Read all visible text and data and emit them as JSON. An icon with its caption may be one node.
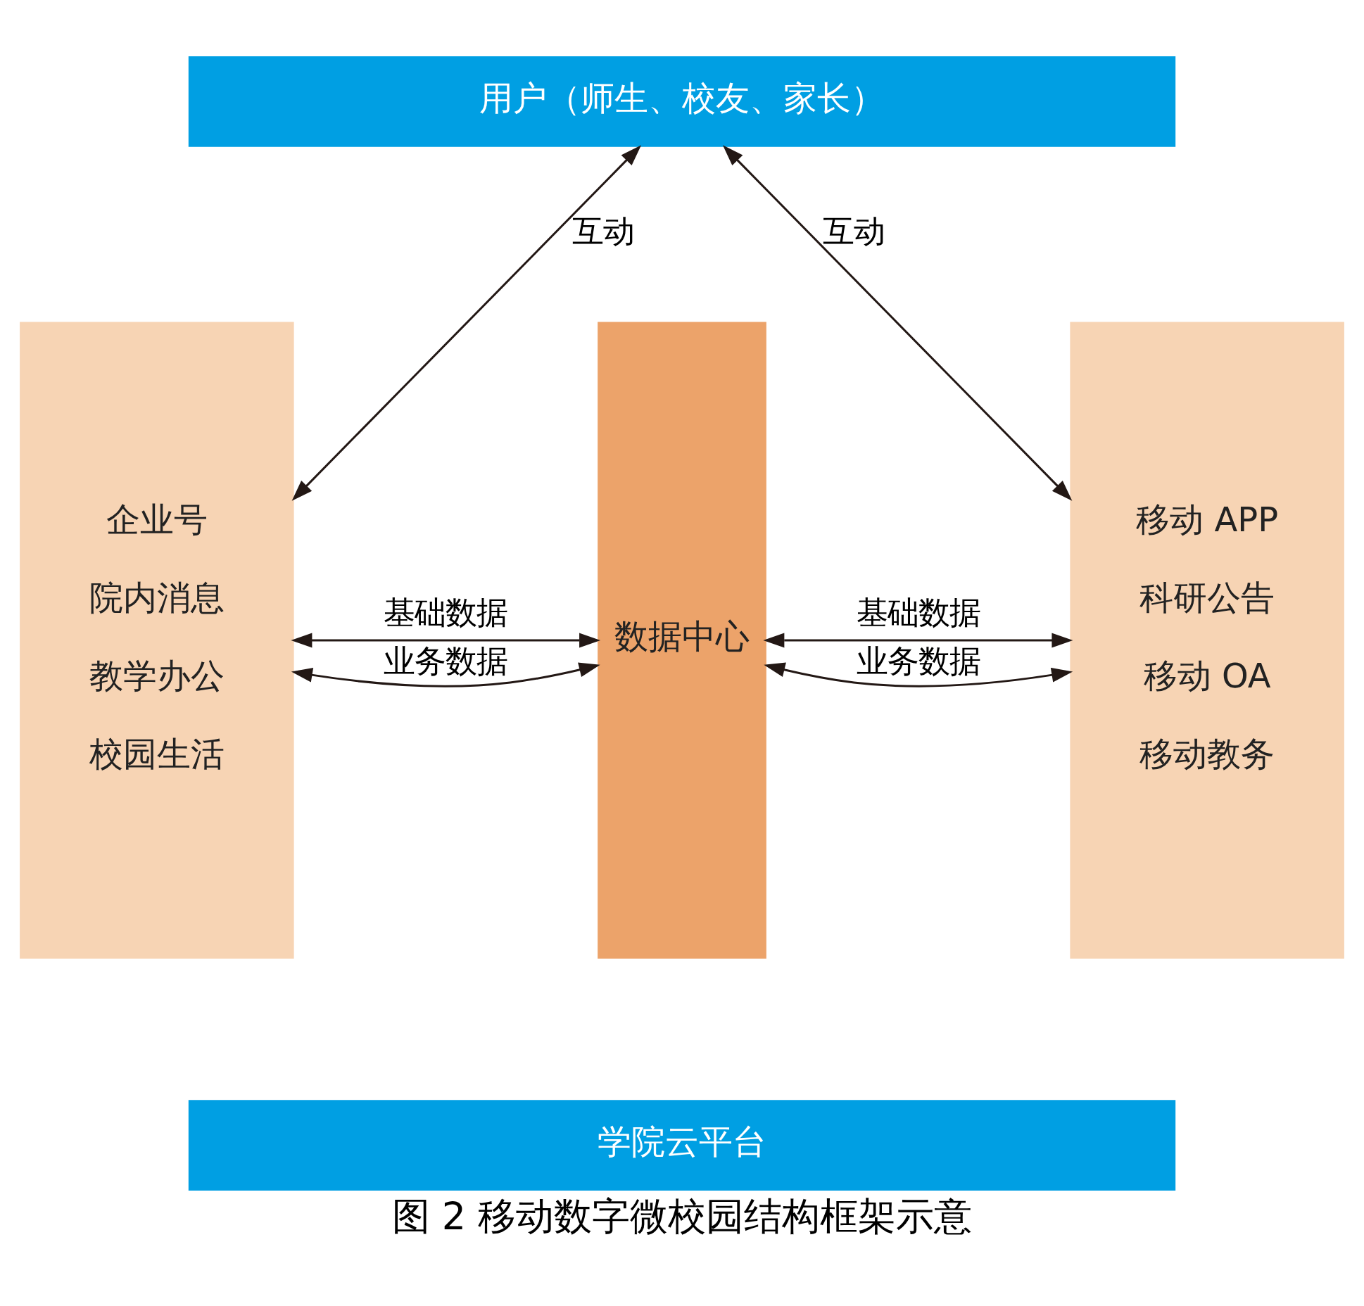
{
  "diagram": {
    "caption": "图 2 移动数字微校园结构框架示意",
    "nodes": [
      {
        "text": [
          "用户（师生、校友、家长）"
        ]
      },
      {
        "text": [
          "企业号",
          "院内消息",
          "教学办公",
          "校园生活"
        ]
      },
      {
        "text": [
          "数据中心"
        ]
      },
      {
        "text": [
          "移动 APP",
          "科研公告",
          "移动 OA",
          "移动教务"
        ]
      },
      {
        "text": [
          "学院云平台"
        ]
      }
    ],
    "edges": [
      {
        "from": 0,
        "to": 1,
        "arrow": "both",
        "label": "互动"
      },
      {
        "from": 0,
        "to": 3,
        "arrow": "both",
        "label": "互动"
      },
      {
        "from": 1,
        "to": 2,
        "arrow": "both",
        "label": "基础数据"
      },
      {
        "from": 2,
        "to": 3,
        "arrow": "both",
        "label": "基础数据"
      },
      {
        "from": 1,
        "to": 2,
        "arrow": "both",
        "label": "业务数据"
      },
      {
        "from": 2,
        "to": 3,
        "arrow": "both",
        "label": "业务数据"
      }
    ]
  }
}
